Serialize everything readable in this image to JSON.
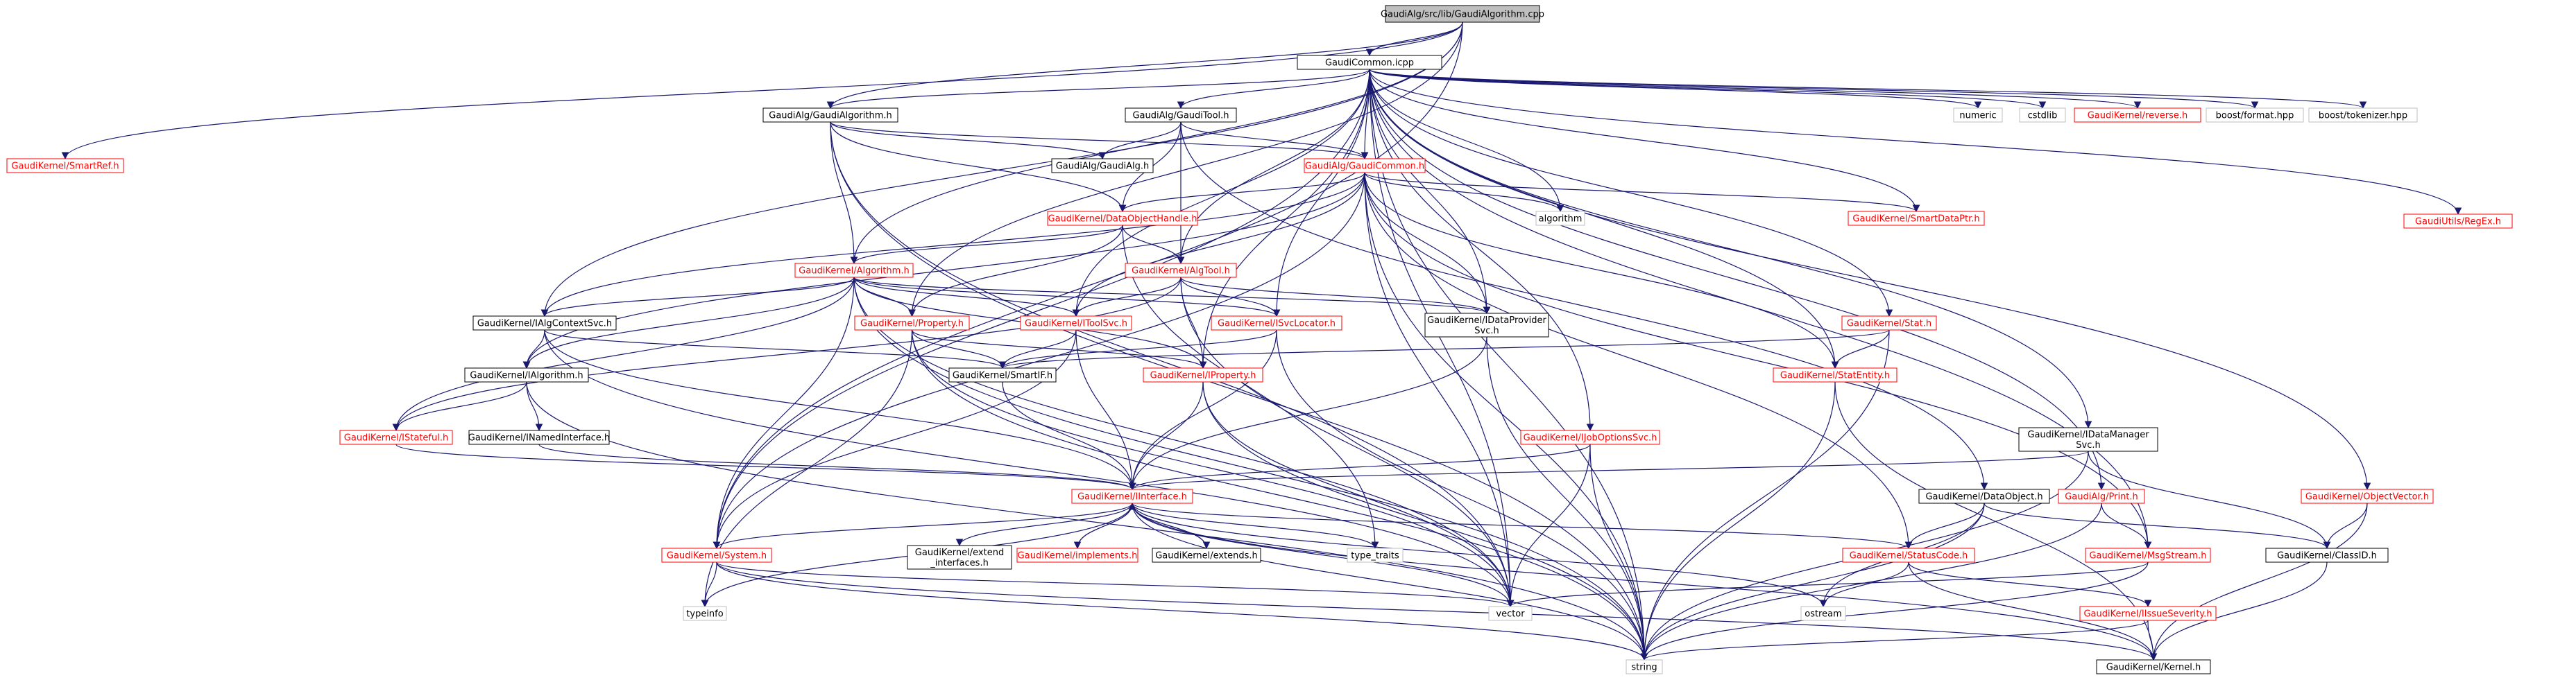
{
  "nodes": [
    {
      "id": "root",
      "label": [
        "GaudiAlg/src/lib/GaudiAlgorithm.cpp"
      ],
      "style": "root"
    },
    {
      "id": "gcicpp",
      "label": [
        "GaudiCommon.icpp"
      ],
      "style": "black"
    },
    {
      "id": "galgo",
      "label": [
        "GaudiAlg/GaudiAlgorithm.h"
      ],
      "style": "black"
    },
    {
      "id": "gtool",
      "label": [
        "GaudiAlg/GaudiTool.h"
      ],
      "style": "black"
    },
    {
      "id": "numeric",
      "label": [
        "numeric"
      ],
      "style": "gray"
    },
    {
      "id": "cstdlib",
      "label": [
        "cstdlib"
      ],
      "style": "gray"
    },
    {
      "id": "reverse",
      "label": [
        "GaudiKernel/reverse.h"
      ],
      "style": "red"
    },
    {
      "id": "bformat",
      "label": [
        "boost/format.hpp"
      ],
      "style": "gray"
    },
    {
      "id": "btoken",
      "label": [
        "boost/tokenizer.hpp"
      ],
      "style": "gray"
    },
    {
      "id": "smartref",
      "label": [
        "GaudiKernel/SmartRef.h"
      ],
      "style": "red"
    },
    {
      "id": "gaudialg",
      "label": [
        "GaudiAlg/GaudiAlg.h"
      ],
      "style": "black"
    },
    {
      "id": "gcommon",
      "label": [
        "GaudiAlg/GaudiCommon.h"
      ],
      "style": "red"
    },
    {
      "id": "dataobjhandle",
      "label": [
        "GaudiKernel/DataObjectHandle.h"
      ],
      "style": "red"
    },
    {
      "id": "algorithm",
      "label": [
        "algorithm"
      ],
      "style": "gray"
    },
    {
      "id": "smartdataptr",
      "label": [
        "GaudiKernel/SmartDataPtr.h"
      ],
      "style": "red"
    },
    {
      "id": "regex",
      "label": [
        "GaudiUtils/RegEx.h"
      ],
      "style": "red"
    },
    {
      "id": "gkalgo",
      "label": [
        "GaudiKernel/Algorithm.h"
      ],
      "style": "red"
    },
    {
      "id": "algtool",
      "label": [
        "GaudiKernel/AlgTool.h"
      ],
      "style": "red"
    },
    {
      "id": "algctx",
      "label": [
        "GaudiKernel/IAlgContextSvc.h"
      ],
      "style": "black"
    },
    {
      "id": "property",
      "label": [
        "GaudiKernel/Property.h"
      ],
      "style": "red"
    },
    {
      "id": "itoolsvc",
      "label": [
        "GaudiKernel/IToolSvc.h"
      ],
      "style": "red"
    },
    {
      "id": "isvcloc",
      "label": [
        "GaudiKernel/ISvcLocator.h"
      ],
      "style": "red"
    },
    {
      "id": "idataprov",
      "label": [
        "GaudiKernel/IDataProvider",
        "Svc.h"
      ],
      "style": "black"
    },
    {
      "id": "stat",
      "label": [
        "GaudiKernel/Stat.h"
      ],
      "style": "red"
    },
    {
      "id": "ialgorithm",
      "label": [
        "GaudiKernel/IAlgorithm.h"
      ],
      "style": "black"
    },
    {
      "id": "smartif",
      "label": [
        "GaudiKernel/SmartIF.h"
      ],
      "style": "black"
    },
    {
      "id": "iproperty",
      "label": [
        "GaudiKernel/IProperty.h"
      ],
      "style": "red"
    },
    {
      "id": "statentity",
      "label": [
        "GaudiKernel/StatEntity.h"
      ],
      "style": "red"
    },
    {
      "id": "istateful",
      "label": [
        "GaudiKernel/IStateful.h"
      ],
      "style": "red"
    },
    {
      "id": "inamed",
      "label": [
        "GaudiKernel/INamedInterface.h"
      ],
      "style": "black"
    },
    {
      "id": "ijobopt",
      "label": [
        "GaudiKernel/IJobOptionsSvc.h"
      ],
      "style": "red"
    },
    {
      "id": "idatamgr",
      "label": [
        "GaudiKernel/IDataManager",
        "Svc.h"
      ],
      "style": "black"
    },
    {
      "id": "objvector",
      "label": [
        "GaudiKernel/ObjectVector.h"
      ],
      "style": "red"
    },
    {
      "id": "iinterface",
      "label": [
        "GaudiKernel/IInterface.h"
      ],
      "style": "red"
    },
    {
      "id": "dataobject",
      "label": [
        "GaudiKernel/DataObject.h"
      ],
      "style": "black"
    },
    {
      "id": "print",
      "label": [
        "GaudiAlg/Print.h"
      ],
      "style": "red"
    },
    {
      "id": "system",
      "label": [
        "GaudiKernel/System.h"
      ],
      "style": "red"
    },
    {
      "id": "extifaces",
      "label": [
        "GaudiKernel/extend",
        "_interfaces.h"
      ],
      "style": "black"
    },
    {
      "id": "implements",
      "label": [
        "GaudiKernel/implements.h"
      ],
      "style": "red"
    },
    {
      "id": "extends",
      "label": [
        "GaudiKernel/extends.h"
      ],
      "style": "black"
    },
    {
      "id": "typetraits",
      "label": [
        "type_traits"
      ],
      "style": "gray"
    },
    {
      "id": "statuscode",
      "label": [
        "GaudiKernel/StatusCode.h"
      ],
      "style": "red"
    },
    {
      "id": "msgstream",
      "label": [
        "GaudiKernel/MsgStream.h"
      ],
      "style": "red"
    },
    {
      "id": "classid",
      "label": [
        "GaudiKernel/ClassID.h"
      ],
      "style": "black"
    },
    {
      "id": "typeinfo",
      "label": [
        "typeinfo"
      ],
      "style": "gray"
    },
    {
      "id": "vector",
      "label": [
        "vector"
      ],
      "style": "gray"
    },
    {
      "id": "ostream",
      "label": [
        "ostream"
      ],
      "style": "gray"
    },
    {
      "id": "issuesev",
      "label": [
        "GaudiKernel/IIssueSeverity.h"
      ],
      "style": "red"
    },
    {
      "id": "string",
      "label": [
        "string"
      ],
      "style": "gray"
    },
    {
      "id": "kernel",
      "label": [
        "GaudiKernel/Kernel.h"
      ],
      "style": "black"
    }
  ],
  "edges": [
    [
      "root",
      "gcicpp"
    ],
    [
      "root",
      "galgo"
    ],
    [
      "root",
      "smartref"
    ],
    [
      "root",
      "algctx"
    ],
    [
      "root",
      "system"
    ],
    [
      "root",
      "gkalgo"
    ],
    [
      "root",
      "property"
    ],
    [
      "gcicpp",
      "galgo"
    ],
    [
      "gcicpp",
      "gtool"
    ],
    [
      "gcicpp",
      "numeric"
    ],
    [
      "gcicpp",
      "cstdlib"
    ],
    [
      "gcicpp",
      "reverse"
    ],
    [
      "gcicpp",
      "bformat"
    ],
    [
      "gcicpp",
      "btoken"
    ],
    [
      "gcicpp",
      "gcommon"
    ],
    [
      "gcicpp",
      "algorithm"
    ],
    [
      "gcicpp",
      "smartdataptr"
    ],
    [
      "gcicpp",
      "regex"
    ],
    [
      "gcicpp",
      "stat"
    ],
    [
      "gcicpp",
      "isvcloc"
    ],
    [
      "gcicpp",
      "idataprov"
    ],
    [
      "gcicpp",
      "ijobopt"
    ],
    [
      "gcicpp",
      "idatamgr"
    ],
    [
      "gcicpp",
      "objvector"
    ],
    [
      "gcicpp",
      "print"
    ],
    [
      "gcicpp",
      "msgstream"
    ],
    [
      "gcicpp",
      "statentity"
    ],
    [
      "gcicpp",
      "iproperty"
    ],
    [
      "gcicpp",
      "itoolsvc"
    ],
    [
      "gcicpp",
      "algtool"
    ],
    [
      "gcicpp",
      "string"
    ],
    [
      "gcicpp",
      "vector"
    ],
    [
      "gcicpp",
      "system"
    ],
    [
      "galgo",
      "gaudialg"
    ],
    [
      "galgo",
      "gcommon"
    ],
    [
      "galgo",
      "dataobjhandle"
    ],
    [
      "galgo",
      "gkalgo"
    ],
    [
      "galgo",
      "string"
    ],
    [
      "galgo",
      "vector"
    ],
    [
      "gtool",
      "gaudialg"
    ],
    [
      "gtool",
      "gcommon"
    ],
    [
      "gtool",
      "dataobjhandle"
    ],
    [
      "gtool",
      "algtool"
    ],
    [
      "gtool",
      "dataobject"
    ],
    [
      "gcommon",
      "algorithm"
    ],
    [
      "gcommon",
      "smartdataptr"
    ],
    [
      "gcommon",
      "dataobjhandle"
    ],
    [
      "gcommon",
      "ialgorithm"
    ],
    [
      "gcommon",
      "algctx"
    ],
    [
      "gcommon",
      "itoolsvc"
    ],
    [
      "gcommon",
      "idataprov"
    ],
    [
      "gcommon",
      "statentity"
    ],
    [
      "gcommon",
      "statuscode"
    ],
    [
      "gcommon",
      "system"
    ],
    [
      "gcommon",
      "string"
    ],
    [
      "gcommon",
      "vector"
    ],
    [
      "gcommon",
      "msgstream"
    ],
    [
      "dataobjhandle",
      "gkalgo"
    ],
    [
      "dataobjhandle",
      "algtool"
    ],
    [
      "dataobjhandle",
      "property"
    ],
    [
      "dataobjhandle",
      "typetraits"
    ],
    [
      "gkalgo",
      "algctx"
    ],
    [
      "gkalgo",
      "property"
    ],
    [
      "gkalgo",
      "itoolsvc"
    ],
    [
      "gkalgo",
      "isvcloc"
    ],
    [
      "gkalgo",
      "idataprov"
    ],
    [
      "gkalgo",
      "ialgorithm"
    ],
    [
      "gkalgo",
      "iproperty"
    ],
    [
      "gkalgo",
      "istateful"
    ],
    [
      "gkalgo",
      "vector"
    ],
    [
      "gkalgo",
      "string"
    ],
    [
      "gkalgo",
      "system"
    ],
    [
      "algtool",
      "itoolsvc"
    ],
    [
      "algtool",
      "isvcloc"
    ],
    [
      "algtool",
      "idataprov"
    ],
    [
      "algtool",
      "iproperty"
    ],
    [
      "algtool",
      "istateful"
    ],
    [
      "algtool",
      "vector"
    ],
    [
      "algctx",
      "ialgorithm"
    ],
    [
      "algctx",
      "smartif"
    ],
    [
      "algctx",
      "iinterface"
    ],
    [
      "algctx",
      "vector"
    ],
    [
      "property",
      "smartif"
    ],
    [
      "property",
      "iproperty"
    ],
    [
      "property",
      "vector"
    ],
    [
      "property",
      "string"
    ],
    [
      "property",
      "typeinfo"
    ],
    [
      "itoolsvc",
      "iinterface"
    ],
    [
      "itoolsvc",
      "system"
    ],
    [
      "itoolsvc",
      "smartif"
    ],
    [
      "isvcloc",
      "iinterface"
    ],
    [
      "isvcloc",
      "smartif"
    ],
    [
      "isvcloc",
      "string"
    ],
    [
      "idataprov",
      "iinterface"
    ],
    [
      "idataprov",
      "string"
    ],
    [
      "stat",
      "statentity"
    ],
    [
      "stat",
      "string"
    ],
    [
      "stat",
      "smartif"
    ],
    [
      "ialgorithm",
      "inamed"
    ],
    [
      "ialgorithm",
      "istateful"
    ],
    [
      "ialgorithm",
      "string"
    ],
    [
      "smartif",
      "iinterface"
    ],
    [
      "iproperty",
      "iinterface"
    ],
    [
      "iproperty",
      "vector"
    ],
    [
      "iproperty",
      "string"
    ],
    [
      "statentity",
      "string"
    ],
    [
      "statentity",
      "kernel"
    ],
    [
      "istateful",
      "iinterface"
    ],
    [
      "inamed",
      "iinterface"
    ],
    [
      "ijobopt",
      "iinterface"
    ],
    [
      "ijobopt",
      "vector"
    ],
    [
      "ijobopt",
      "string"
    ],
    [
      "idatamgr",
      "iinterface"
    ],
    [
      "idatamgr",
      "classid"
    ],
    [
      "idatamgr",
      "string"
    ],
    [
      "objvector",
      "classid"
    ],
    [
      "objvector",
      "kernel"
    ],
    [
      "iinterface",
      "system"
    ],
    [
      "iinterface",
      "extifaces"
    ],
    [
      "iinterface",
      "implements"
    ],
    [
      "iinterface",
      "extends"
    ],
    [
      "iinterface",
      "typetraits"
    ],
    [
      "iinterface",
      "statuscode"
    ],
    [
      "iinterface",
      "typeinfo"
    ],
    [
      "iinterface",
      "vector"
    ],
    [
      "iinterface",
      "string"
    ],
    [
      "iinterface",
      "kernel"
    ],
    [
      "iinterface",
      "ostream"
    ],
    [
      "dataobject",
      "classid"
    ],
    [
      "dataobject",
      "statuscode"
    ],
    [
      "dataobject",
      "ostream"
    ],
    [
      "dataobject",
      "string"
    ],
    [
      "print",
      "msgstream"
    ],
    [
      "print",
      "string"
    ],
    [
      "system",
      "typeinfo"
    ],
    [
      "system",
      "vector"
    ],
    [
      "system",
      "string"
    ],
    [
      "system",
      "kernel"
    ],
    [
      "implements",
      "iinterface"
    ],
    [
      "extends",
      "iinterface"
    ],
    [
      "statuscode",
      "ostream"
    ],
    [
      "statuscode",
      "issuesev"
    ],
    [
      "statuscode",
      "kernel"
    ],
    [
      "msgstream",
      "vector"
    ],
    [
      "msgstream",
      "string"
    ],
    [
      "classid",
      "kernel"
    ],
    [
      "issuesev",
      "kernel"
    ],
    [
      "issuesev",
      "string"
    ]
  ]
}
